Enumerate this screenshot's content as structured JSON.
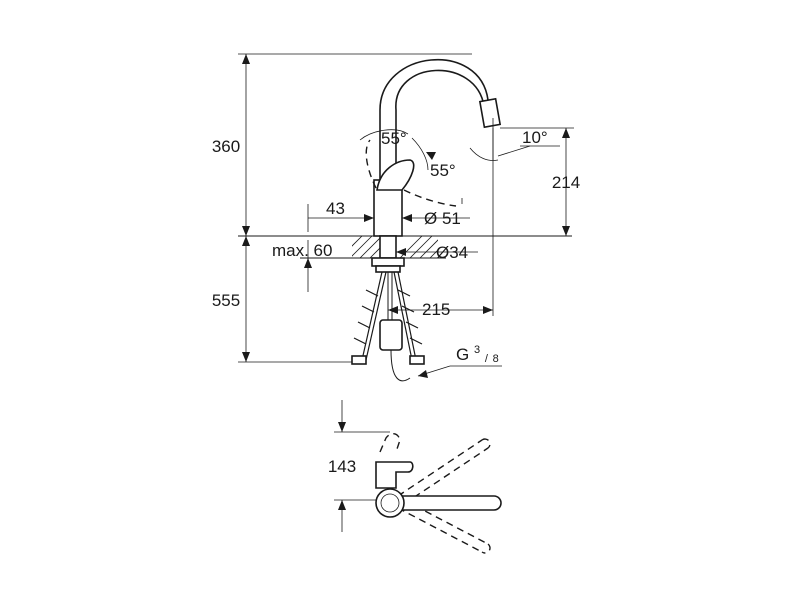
{
  "dimensions": {
    "total_height": "360",
    "spout_height": "214",
    "below_counter": "555",
    "handle_angle_left": "55°",
    "handle_angle_right": "55°",
    "spout_tilt": "10°",
    "handle_offset": "43",
    "base_diameter": "Ø 51",
    "max_thickness": "max. 60",
    "hole_diameter": "Ø34",
    "spout_reach": "215",
    "thread_base": "G",
    "thread_num": "3",
    "thread_den": "8",
    "plan_depth": "143"
  }
}
